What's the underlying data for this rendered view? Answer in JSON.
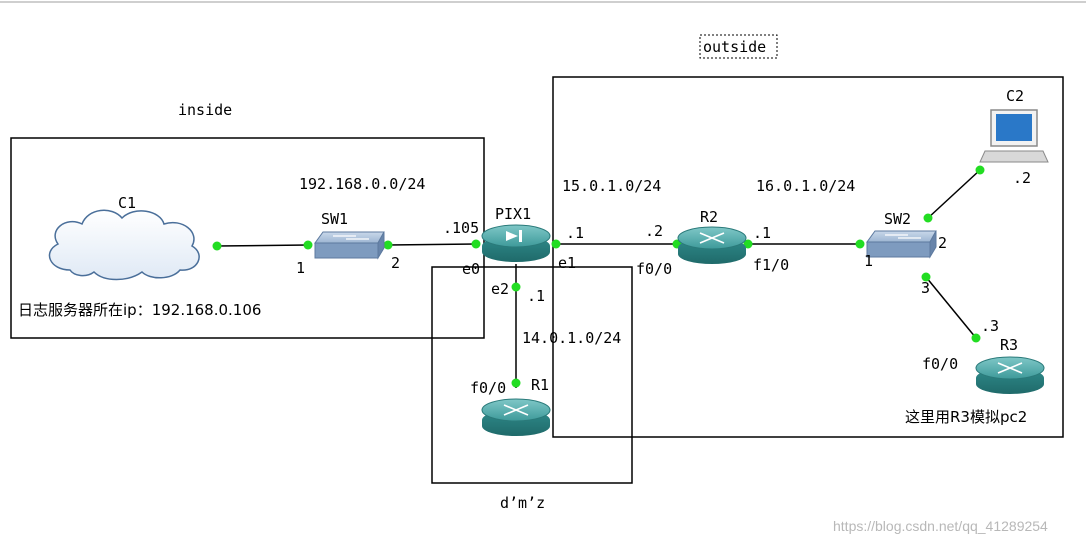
{
  "zones": {
    "inside": "inside",
    "outside": "outside",
    "dmz": "d’m’z"
  },
  "devices": {
    "c1": "C1",
    "c2": "C2",
    "sw1": "SW1",
    "sw2": "SW2",
    "pix1": "PIX1",
    "r1": "R1",
    "r2": "R2",
    "r3": "R3"
  },
  "networks": {
    "inside_net": "192.168.0.0/24",
    "net15": "15.0.1.0/24",
    "net16": "16.0.1.0/24",
    "net14": "14.0.1.0/24"
  },
  "ports": {
    "sw1_p1": "1",
    "sw1_p2": "2",
    "pix_e0_addr": ".105",
    "pix_e0": "e0",
    "pix_e1_addr": ".1",
    "pix_e1": "e1",
    "pix_e2": "e2",
    "pix_e2_addr": ".1",
    "r2_f00_addr": ".2",
    "r2_f00": "f0/0",
    "r2_f10_addr": ".1",
    "r2_f10": "f1/0",
    "sw2_p1": "1",
    "sw2_p2": "2",
    "sw2_p3": "3",
    "c2_addr": ".2",
    "r3_addr": ".3",
    "r3_f00": "f0/0",
    "r1_f00": "f0/0"
  },
  "notes": {
    "log_server": "日志服务器所在ip：192.168.0.106",
    "r3_note": "这里用R3模拟pc2"
  },
  "watermark": "https://blog.csdn.net/qq_41289254",
  "colors": {
    "link_dot": "#22dd22",
    "router_body": "#2f8a8a",
    "switch_body": "#8ea9c9"
  }
}
